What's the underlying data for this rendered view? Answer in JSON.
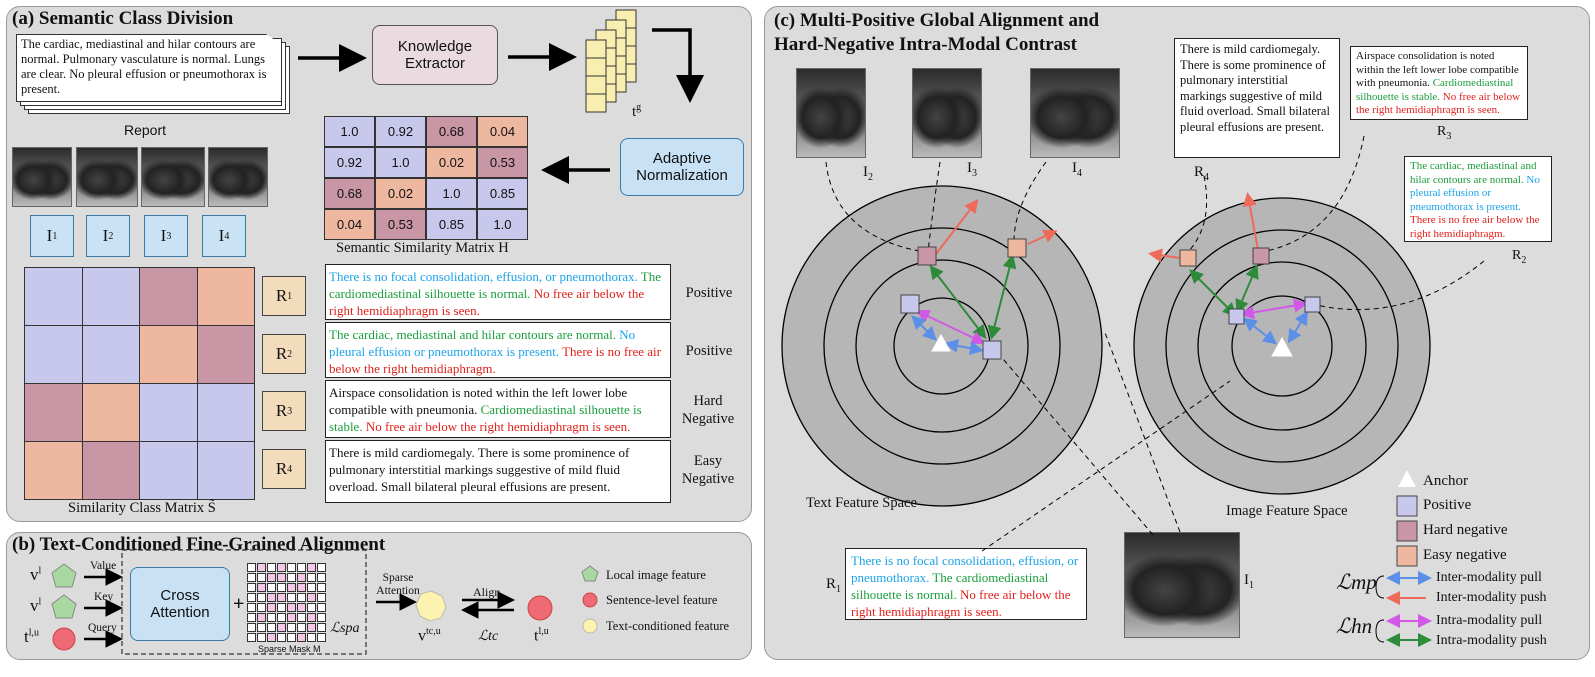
{
  "panel_a": {
    "title": "(a) Semantic Class Division",
    "report_text": "The cardiac, mediastinal and hilar contours are normal. Pulmonary vasculature is normal. Lungs are clear. No pleural effusion or pneumothorax is present.",
    "report_label": "Report",
    "knowledge_extractor": "Knowledge Extractor",
    "tg_label": "t",
    "tg_sup": "g",
    "adaptive_norm": "Adaptive Normalization",
    "image_labels": [
      "I",
      "I",
      "I",
      "I"
    ],
    "image_subs": [
      "1",
      "2",
      "3",
      "4"
    ],
    "report_tags": [
      "R",
      "R",
      "R",
      "R"
    ],
    "report_subs": [
      "1",
      "2",
      "3",
      "4"
    ],
    "similarity_class_caption": "Similarity Class Matrix S̃",
    "semantic_matrix_caption": "Semantic Similarity Matrix H",
    "semantic_matrix": [
      [
        "1.0",
        "0.92",
        "0.68",
        "0.04"
      ],
      [
        "0.92",
        "1.0",
        "0.02",
        "0.53"
      ],
      [
        "0.68",
        "0.02",
        "1.0",
        "0.85"
      ],
      [
        "0.04",
        "0.53",
        "0.85",
        "1.0"
      ]
    ],
    "reports": [
      {
        "label": "Positive",
        "segments": [
          [
            "There is no focal consolidation, effusion, or pneumothorax.",
            "blue"
          ],
          [
            " The cardiomediastinal silhouette is normal.",
            "green"
          ],
          [
            " No free air below the right hemidiaphragm is seen.",
            "red"
          ]
        ]
      },
      {
        "label": "Positive",
        "segments": [
          [
            "The cardiac, mediastinal and hilar contours are normal.",
            "green"
          ],
          [
            " No pleural effusion or pneumothorax is present.",
            "blue"
          ],
          [
            " There is no free air below the right hemidiaphragm.",
            "red"
          ]
        ]
      },
      {
        "label": "Hard Negative",
        "segments": [
          [
            "Airspace consolidation is noted within the left lower lobe compatible with pneumonia.",
            "dark"
          ],
          [
            " Cardiomediastinal silhouette is stable.",
            "green"
          ],
          [
            " No free air below the right hemidiaphragm is seen.",
            "red"
          ]
        ]
      },
      {
        "label": "Easy Negative",
        "segments": [
          [
            "There is mild cardiomegaly. There is some prominence of pulmonary interstitial markings suggestive of mild fluid overload. Small bilateral pleural effusions are present.",
            "dark"
          ]
        ]
      }
    ],
    "class_grid_colors": [
      [
        "#c8c8ec",
        "#c8c8ec",
        "#c896a4",
        "#eeb8a0"
      ],
      [
        "#c8c8ec",
        "#c8c8ec",
        "#eeb8a0",
        "#c896a4"
      ],
      [
        "#c896a4",
        "#eeb8a0",
        "#c8c8ec",
        "#c8c8ec"
      ],
      [
        "#eeb8a0",
        "#c896a4",
        "#c8c8ec",
        "#c8c8ec"
      ]
    ]
  },
  "panel_b": {
    "title": "(b) Text-Conditioned Fine-Grained Alignment",
    "inputs": [
      {
        "symbol": "v",
        "sup": "l",
        "arrow": "Value"
      },
      {
        "symbol": "v",
        "sup": "l",
        "arrow": "Key"
      },
      {
        "symbol": "t",
        "sup": "l,u",
        "arrow": "Query"
      }
    ],
    "cross_attention": "Cross Attention",
    "plus": "+",
    "sparse_mask_label": "Sparse Mask M",
    "l_spa": "ℒspa",
    "sparse_attention": "Sparse Attention",
    "align": "Align",
    "l_tc": "ℒtc",
    "v_tcu": "v",
    "v_tcu_sup": "tc,u",
    "t_lu": "t",
    "t_lu_sup": "l,u",
    "legend": [
      "Local image feature",
      "Sentence-level feature",
      "Text-conditioned feature"
    ]
  },
  "panel_c": {
    "title_line1": "(c)  Multi-Positive Global Alignment and",
    "title_line2": "Hard-Negative Intra-Modal Contrast",
    "image_labels": [
      [
        "I",
        "2"
      ],
      [
        "I",
        "3"
      ],
      [
        "I",
        "4"
      ],
      [
        "I",
        "1"
      ]
    ],
    "r4_text": "There is mild cardiomegaly. There is some prominence of pulmonary interstitial markings suggestive of mild fluid overload. Small bilateral pleural effusions are present.",
    "r4_label": [
      "R",
      "4"
    ],
    "r3_segments": [
      [
        "Airspace consolidation is noted within the left lower lobe compatible with pneumonia.",
        "dark"
      ],
      [
        " Cardiomediastinal silhouette is stable.",
        "green"
      ],
      [
        " No free air below the right hemidiaphragm is seen.",
        "red"
      ]
    ],
    "r3_label": [
      "R",
      "3"
    ],
    "r2_segments": [
      [
        "The cardiac, mediastinal and hilar contours are normal.",
        "green"
      ],
      [
        " No pleural effusion or pneumothorax is present.",
        "blue"
      ],
      [
        " There is no free air below the right hemidiaphragm.",
        "red"
      ]
    ],
    "r2_label": [
      "R",
      "2"
    ],
    "r1_segments": [
      [
        "There is no focal consolidation, effusion, or pneumothorax.",
        "blue"
      ],
      [
        " The cardiomediastinal silhouette is normal.",
        "green"
      ],
      [
        " No free air below the right hemidiaphragm is seen.",
        "red"
      ]
    ],
    "r1_label": [
      "R",
      "1"
    ],
    "text_space": "Text Feature Space",
    "image_space": "Image Feature Space",
    "legend": {
      "anchor": "Anchor",
      "positive": "Positive",
      "hard": "Hard negative",
      "easy": "Easy negative",
      "lmp": "ℒmp",
      "lhn": "ℒhn",
      "inter_pull": "Inter-modality pull",
      "inter_push": "Inter-modality push",
      "intra_pull": "Intra-modality pull",
      "intra_push": "Intra-modality push"
    },
    "colors": {
      "positive": "#c8c8ec",
      "hard": "#c896a4",
      "easy": "#eeb8a0",
      "inter_pull": "#5b8fe8",
      "inter_push": "#ee6a5a",
      "intra_pull": "#d259e8",
      "intra_push": "#2e8b3a"
    }
  }
}
